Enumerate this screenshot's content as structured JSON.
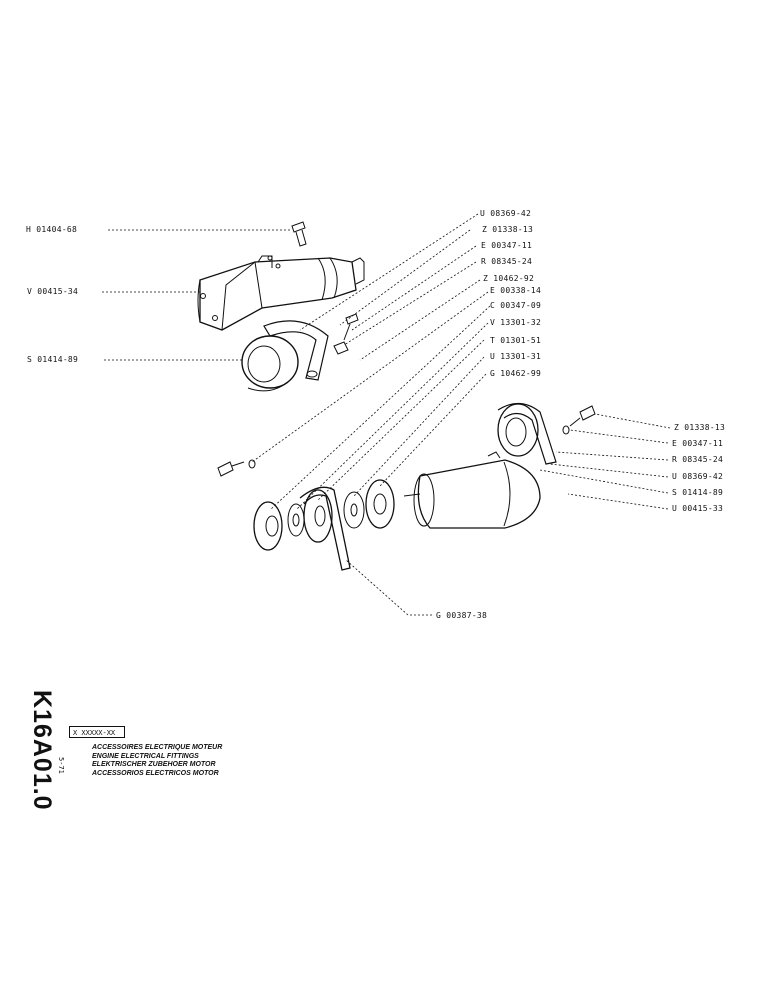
{
  "parts": [
    {
      "id": "H 01404-68",
      "side": "left"
    },
    {
      "id": "V 00415-34",
      "side": "left"
    },
    {
      "id": "S 01414-89",
      "side": "left"
    },
    {
      "id": "U 08369-42",
      "side": "center"
    },
    {
      "id": "Z 01338-13",
      "side": "center"
    },
    {
      "id": "E 00347-11",
      "side": "center"
    },
    {
      "id": "R 08345-24",
      "side": "center"
    },
    {
      "id": "Z 10462-92",
      "side": "center"
    },
    {
      "id": "E 00338-14",
      "side": "center"
    },
    {
      "id": "C 00347-09",
      "side": "center"
    },
    {
      "id": "V 13301-32",
      "side": "center"
    },
    {
      "id": "T 01301-51",
      "side": "center"
    },
    {
      "id": "U 13301-31",
      "side": "center"
    },
    {
      "id": "G 10462-99",
      "side": "center"
    },
    {
      "id": "Z 01338-13",
      "side": "right"
    },
    {
      "id": "E 00347-11",
      "side": "right"
    },
    {
      "id": "R 08345-24",
      "side": "right"
    },
    {
      "id": "U 08369-42",
      "side": "right"
    },
    {
      "id": "S 01414-89",
      "side": "right"
    },
    {
      "id": "U 00415-33",
      "side": "right"
    },
    {
      "id": "G 00387-38",
      "side": "bottom"
    }
  ],
  "title_block": {
    "drawing_code": "K16A01.0",
    "date": "5-71",
    "reference": "X XXXXX-XX",
    "titles": [
      "ACCESSOIRES ELECTRIQUE MOTEUR",
      "ENGINE ELECTRICAL FITTINGS",
      "ELEKTRISCHER ZUBEHOER MOTOR",
      "ACCESSORIOS ELECTRICOS MOTOR"
    ]
  }
}
